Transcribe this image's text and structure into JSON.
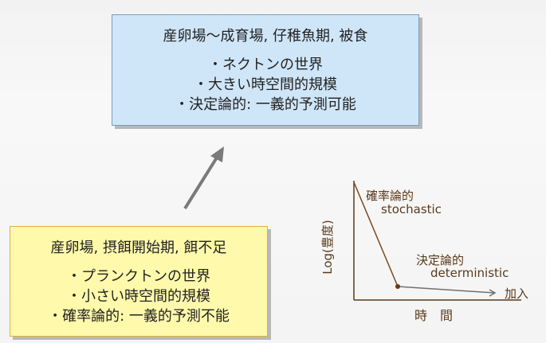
{
  "top_box": {
    "heading": "産卵場～成育場, 仔稚魚期, 被食",
    "bullets": [
      "・ネクトンの世界",
      "・大きい時空間的規模",
      "・決定論的: 一義的予測可能"
    ]
  },
  "bottom_box": {
    "heading": "産卵場, 摂餌開始期, 餌不足",
    "bullets": [
      "・プランクトンの世界",
      "・小さい時空間的規模",
      "・確率論的: 一義的予測不能"
    ]
  },
  "graph": {
    "y_label": "Log(豊度)",
    "x_label": "時　間",
    "stochastic_jp": "確率論的",
    "stochastic_en": "stochastic",
    "deterministic_jp": "決定論的",
    "deterministic_en": "deterministic",
    "recruit_label": "加入"
  }
}
